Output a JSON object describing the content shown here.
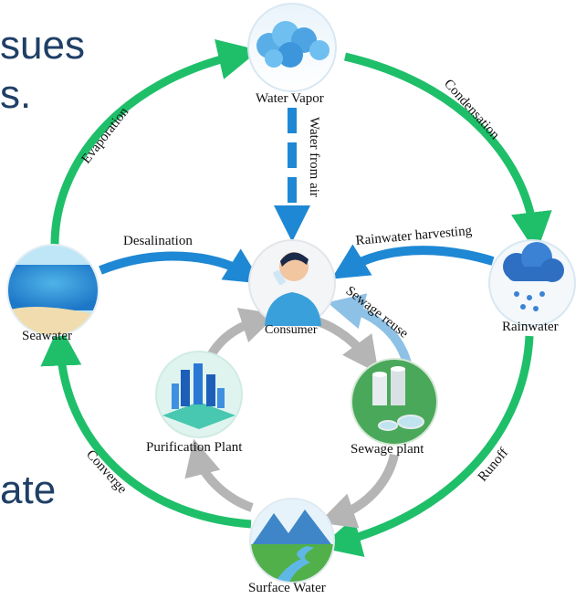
{
  "background_text": {
    "line1": "sues",
    "line2": "s.",
    "line3": "ate"
  },
  "nodes": {
    "water_vapor": "Water Vapor",
    "rainwater": "Rainwater",
    "seawater": "Seawater",
    "consumer": "Consumer",
    "purification_plant": "Purification Plant",
    "sewage_plant": "Sewage plant",
    "surface_water": "Surface Water"
  },
  "flows": {
    "evaporation": "Evaporation",
    "condensation": "Condensation",
    "water_from_air": "Water from air",
    "desalination": "Desalination",
    "rainwater_harvesting": "Rainwater harvesting",
    "sewage_reuse": "Sewage reuse",
    "runoff": "Runoff",
    "converge": "Converge"
  },
  "colors": {
    "green": "#1fbf6a",
    "blue": "#1e88d4",
    "gray": "#b5b5b5",
    "light_blue": "#8ec1e6",
    "bg_text": "#1f3f66"
  }
}
